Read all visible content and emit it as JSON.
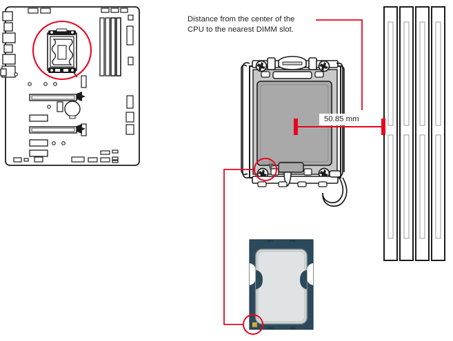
{
  "figure": {
    "title_note": "CPU socket to DIMM slot distance diagram",
    "callout": {
      "text": "Distance from the center of the\nCPU to the nearest DIMM slot.",
      "leader_color": "#e8051f"
    },
    "dimension": {
      "value": "50.85 mm",
      "line_color": "#e8051f",
      "label_background": "#ffffff"
    },
    "highlight": {
      "circle_color": "#e8051f",
      "connector_color": "#e8051f"
    },
    "colors": {
      "accent_red": "#e8051f",
      "outline_dark": "#1b1b1b",
      "socket_fill": "#a9a9a9",
      "socket_mid": "#c9c9c9",
      "cpu_substrate": "#2c4a5c",
      "cpu_ihs": "#d8dcdc",
      "cpu_marker_gold": "#c79a2a",
      "slot_inner": "#b9b9b9"
    },
    "parts": {
      "motherboard": "motherboard-overview",
      "socket": "lga-cpu-socket-detail",
      "cpu": "cpu-processor-chip",
      "dimm_slots": "dimm-slot-group",
      "dimm_slot_count": 4
    }
  }
}
